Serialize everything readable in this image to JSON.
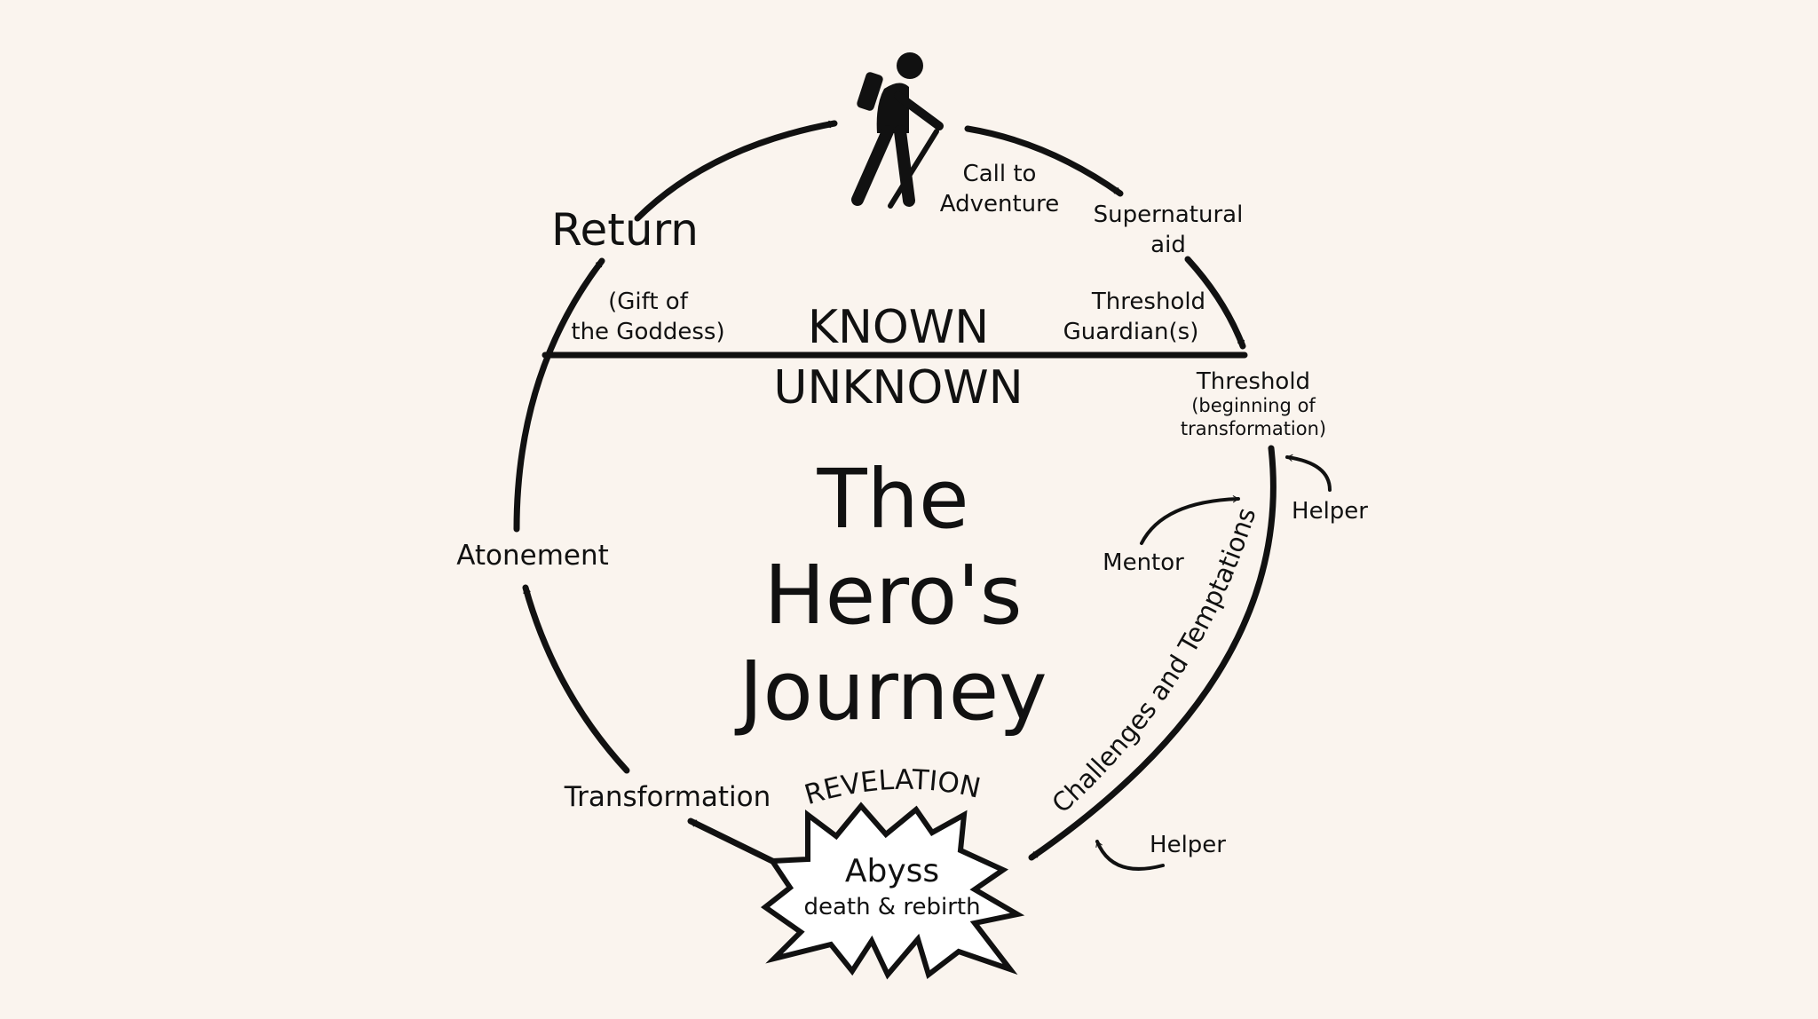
{
  "title": {
    "line1": "The",
    "line2": "Hero's",
    "line3": "Journey"
  },
  "regions": {
    "known": "KNOWN",
    "unknown": "UNKNOWN"
  },
  "stages": {
    "return": "Return",
    "gift_line1": "(Gift of",
    "gift_line2": "the Goddess)",
    "call_line1": "Call to",
    "call_line2": "Adventure",
    "supernatural_line1": "Supernatural",
    "supernatural_line2": "aid",
    "guardian_line1": "Threshold",
    "guardian_line2": "Guardian(s)",
    "threshold": "Threshold",
    "threshold_sub1": "(beginning of",
    "threshold_sub2": "transformation)",
    "helper_upper": "Helper",
    "mentor": "Mentor",
    "challenges": "Challenges and Temptations",
    "helper_lower": "Helper",
    "revelation": "REVELATION",
    "abyss": "Abyss",
    "death_rebirth": "death & rebirth",
    "transformation": "Transformation",
    "atonement": "Atonement"
  },
  "colors": {
    "background": "#faf4ee",
    "ink": "#111111",
    "burst_fill": "#ffffff"
  },
  "icons": {
    "hero": "hiker-icon"
  }
}
